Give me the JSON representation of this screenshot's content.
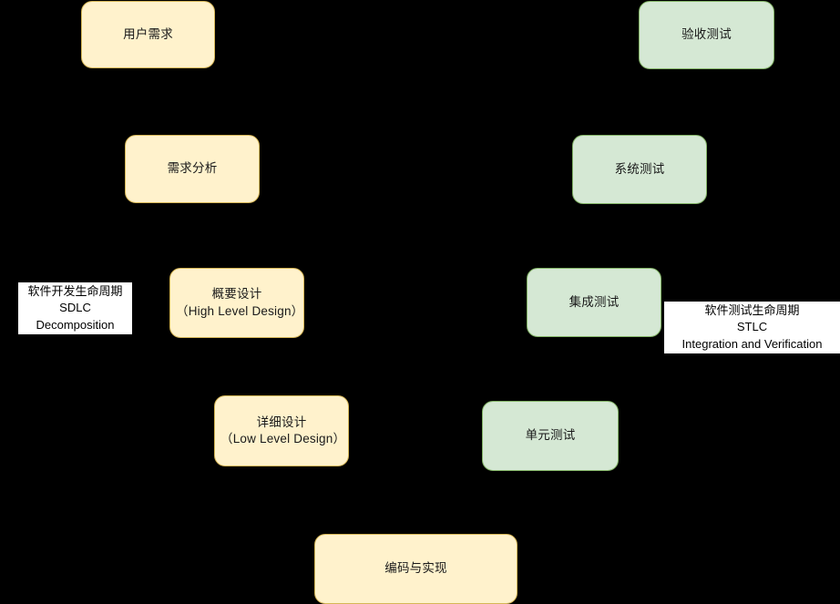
{
  "diagram": {
    "title": "V-Model SDLC / STLC",
    "background_color": "#000000",
    "dev_fill": "#fff2cc",
    "dev_stroke": "#d6b656",
    "test_fill": "#d5e8d4",
    "test_stroke": "#82b366",
    "label_fill": "#ffffff",
    "label_text_color": "#000000"
  },
  "left_branch": {
    "phase_label": "软件开发生命周期\nSDLC\nDecomposition",
    "nodes": [
      {
        "id": "user-requirements",
        "label": "用户需求"
      },
      {
        "id": "requirements-analysis",
        "label": "需求分析"
      },
      {
        "id": "high-level-design",
        "label": "概要设计\n（High Level Design）"
      },
      {
        "id": "low-level-design",
        "label": "详细设计\n（Low Level Design）"
      }
    ]
  },
  "bottom": {
    "nodes": [
      {
        "id": "coding-implementation",
        "label": "编码与实现"
      }
    ]
  },
  "right_branch": {
    "phase_label": "软件测试生命周期\nSTLC\nIntegration and Verification",
    "nodes": [
      {
        "id": "acceptance-testing",
        "label": "验收测试"
      },
      {
        "id": "system-testing",
        "label": "系统测试"
      },
      {
        "id": "integration-testing",
        "label": "集成测试"
      },
      {
        "id": "unit-testing",
        "label": "单元测试"
      }
    ]
  }
}
